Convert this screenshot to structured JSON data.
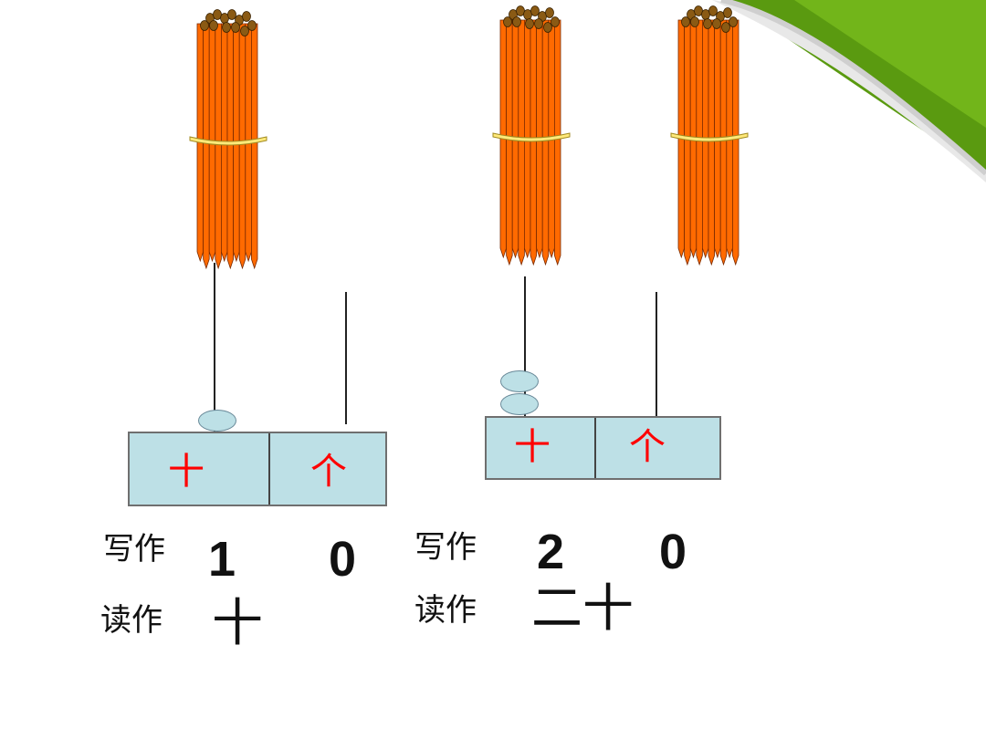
{
  "examples": [
    {
      "tens_label": "十",
      "ones_label": "个",
      "write_label": "写作",
      "read_label": "读作",
      "tens_digit": "1",
      "ones_digit": "0",
      "reading": "十",
      "bundle_count": 1,
      "tens_beads": 1
    },
    {
      "tens_label": "十",
      "ones_label": "个",
      "write_label": "写作",
      "read_label": "读作",
      "tens_digit": "2",
      "ones_digit": "0",
      "reading": "二十",
      "bundle_count": 2,
      "tens_beads": 2
    }
  ],
  "colors": {
    "stick": "#ff6a00",
    "stick_tip": "#8a5a14",
    "band": "#ffe97a",
    "box": "#bde0e6",
    "place_label": "#ff0000",
    "page_curl": "#72b51a"
  },
  "icons": [
    "stick-bundle-icon",
    "page-curl-icon",
    "abacus-bead-icon"
  ]
}
